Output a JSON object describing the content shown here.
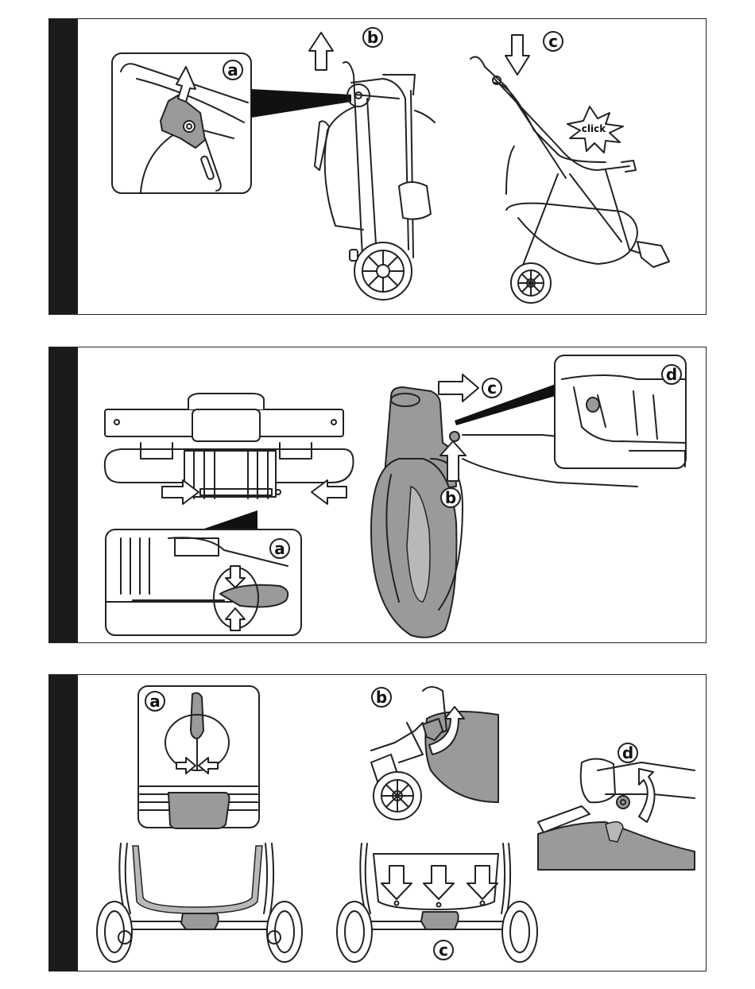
{
  "panel1": {
    "labels": {
      "a": "a",
      "b": "b",
      "c": "c"
    },
    "click_text": "click"
  },
  "panel2": {
    "labels": {
      "a": "a",
      "b": "b",
      "c": "c",
      "d": "d"
    }
  },
  "panel3": {
    "labels": {
      "a": "a",
      "b": "b",
      "c": "c",
      "d": "d"
    }
  }
}
